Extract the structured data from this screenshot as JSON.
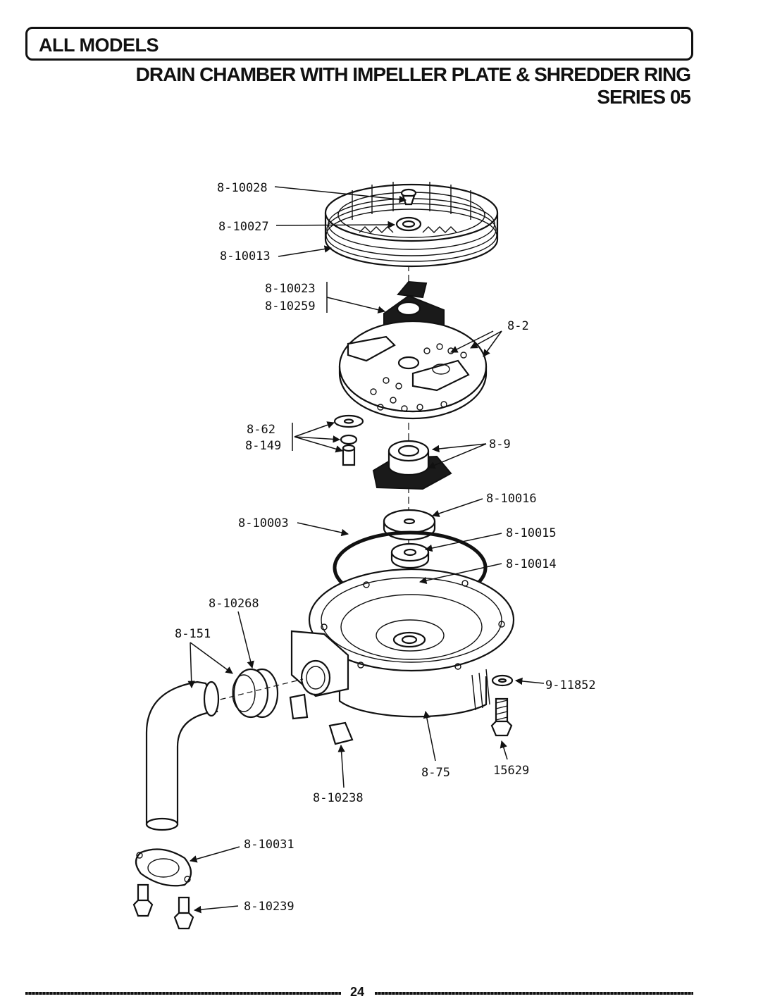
{
  "header": {
    "section": "ALL MODELS",
    "title": "DRAIN CHAMBER WITH IMPELLER PLATE & SHREDDER RING",
    "subtitle": "SERIES 05"
  },
  "parts": {
    "p_8_10028": "8-10028",
    "p_8_10027": "8-10027",
    "p_8_10013": "8-10013",
    "p_8_10023": "8-10023",
    "p_8_10259": "8-10259",
    "p_8_2": "8-2",
    "p_8_62": "8-62",
    "p_8_149": "8-149",
    "p_8_9": "8-9",
    "p_8_10016": "8-10016",
    "p_8_10003": "8-10003",
    "p_8_10015": "8-10015",
    "p_8_10014": "8-10014",
    "p_8_10268": "8-10268",
    "p_8_151": "8-151",
    "p_9_11852": "9-11852",
    "p_8_75": "8-75",
    "p_15629": "15629",
    "p_8_10238": "8-10238",
    "p_8_10031": "8-10031",
    "p_8_10239": "8-10239"
  },
  "footer": {
    "page_number": "24"
  }
}
